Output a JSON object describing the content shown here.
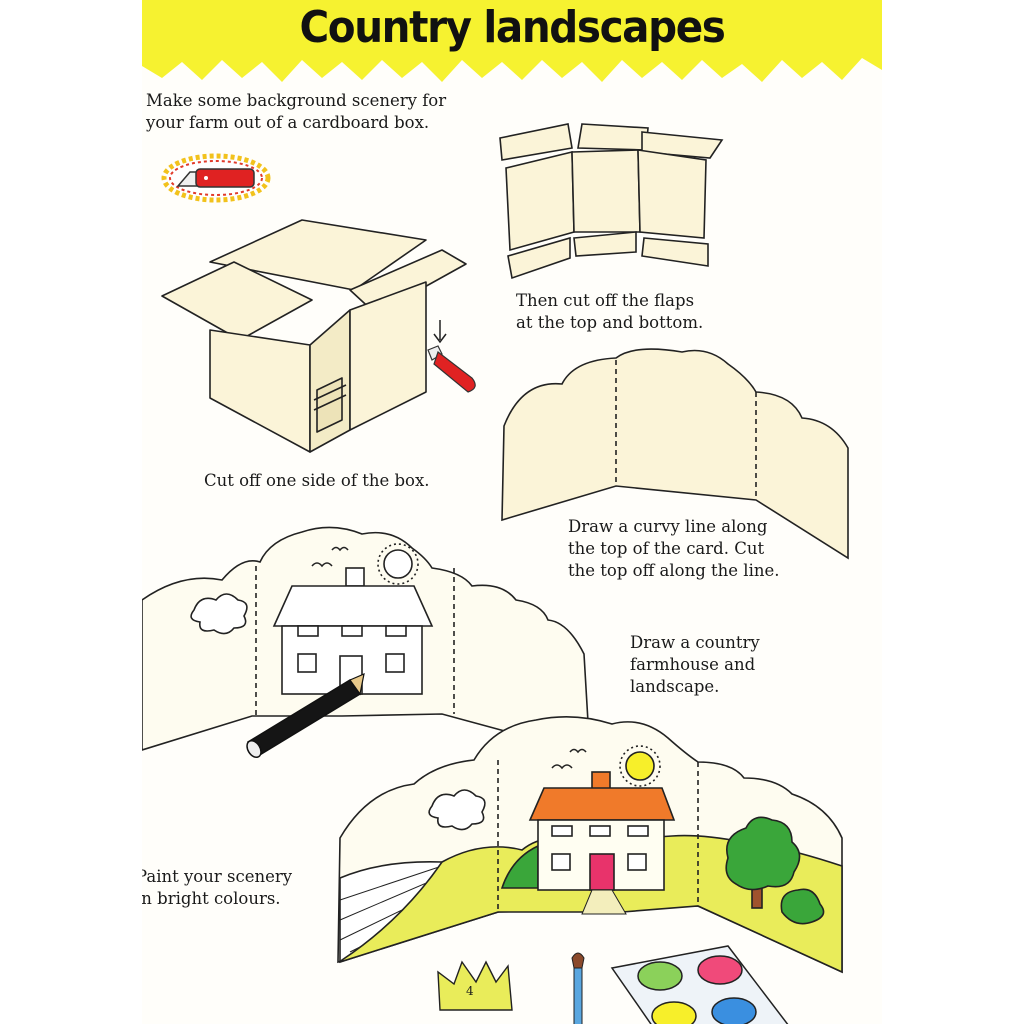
{
  "title": "Country landscapes",
  "steps": [
    "Make some background scenery for\nyour farm out of a cardboard box.",
    "Cut off one side of the box.",
    "Then cut off the flaps\nat the top and bottom.",
    "Draw a curvy line along\nthe top of the card. Cut\nthe top off along the line.",
    "Draw a country\nfarmhouse and\nlandscape.",
    "Paint your scenery\nin bright colours."
  ],
  "page_number": "4",
  "colors": {
    "banner": "#f6f230",
    "card": "#fbf6dc",
    "roof": "#f07a2a",
    "grass": "#e9ec5a",
    "tree": "#3aa63a",
    "door": "#e8336b",
    "knife": "#e02222",
    "sun": "#f7ef2a"
  }
}
